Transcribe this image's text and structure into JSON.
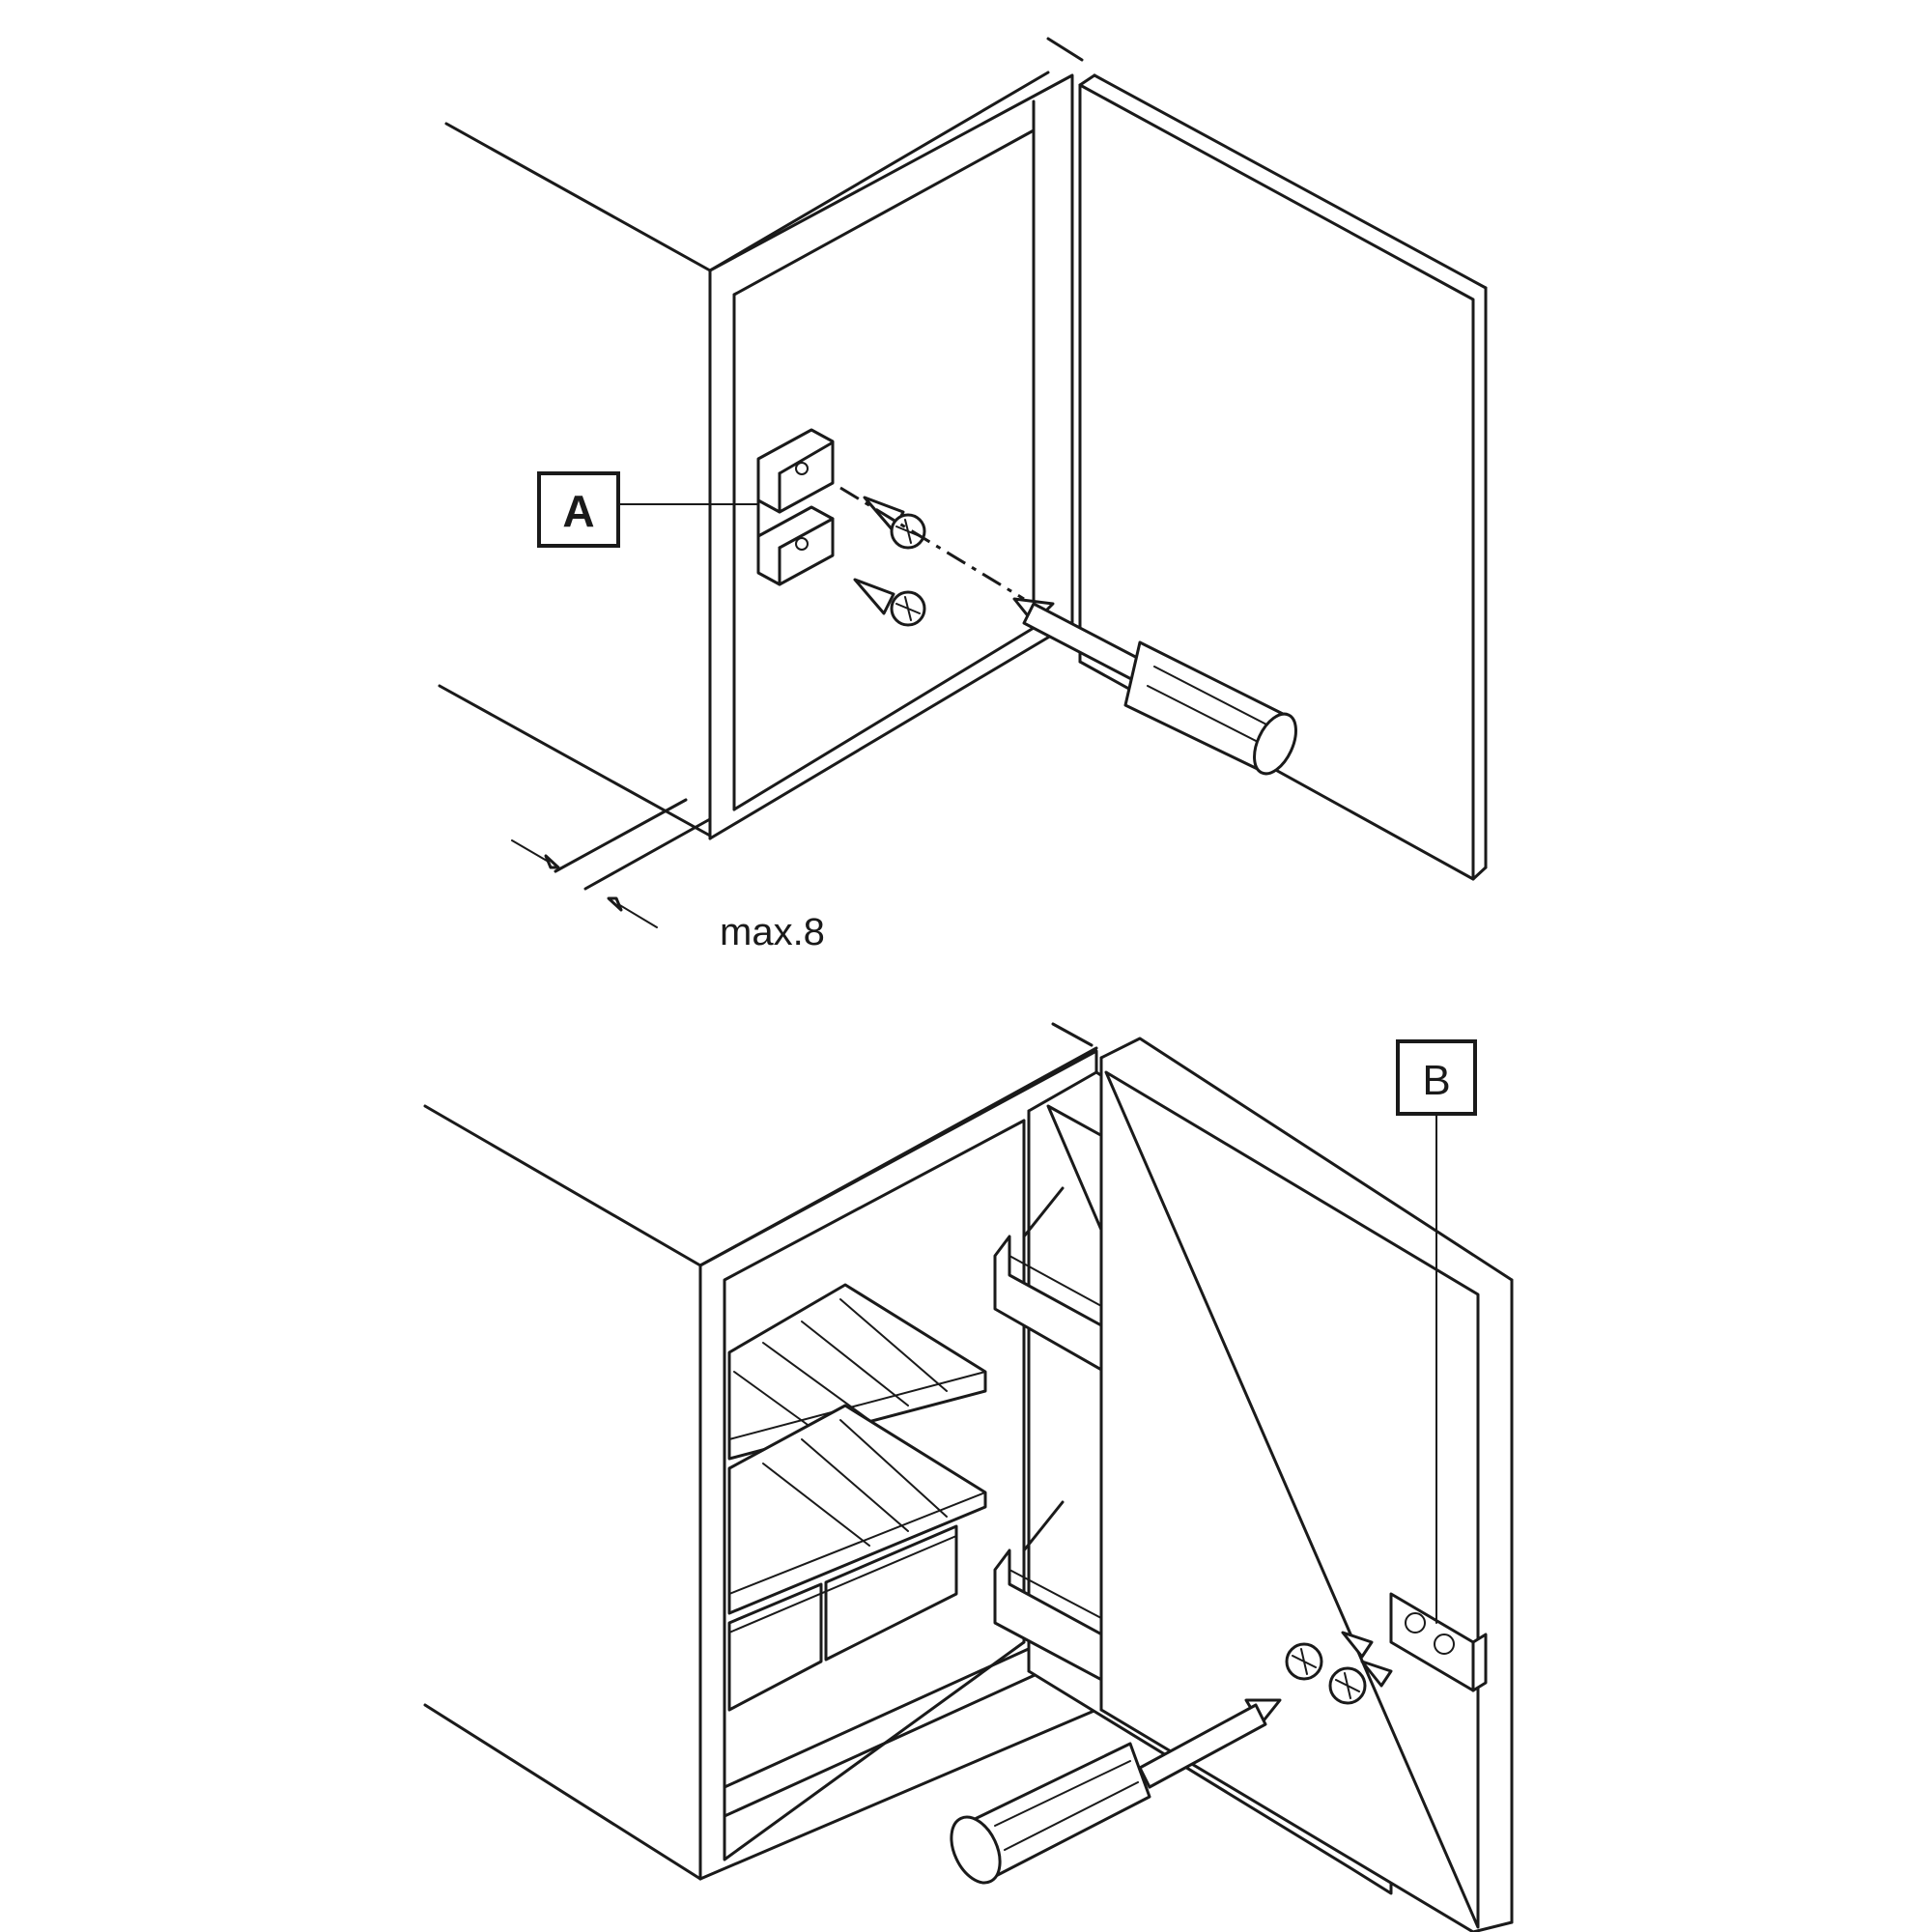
{
  "top_figure": {
    "callout_label": "A",
    "dimension_label": "max.8"
  },
  "bottom_figure": {
    "callout_label": "B"
  },
  "colors": {
    "ink": "#1a1a1a",
    "paper": "#ffffff"
  }
}
